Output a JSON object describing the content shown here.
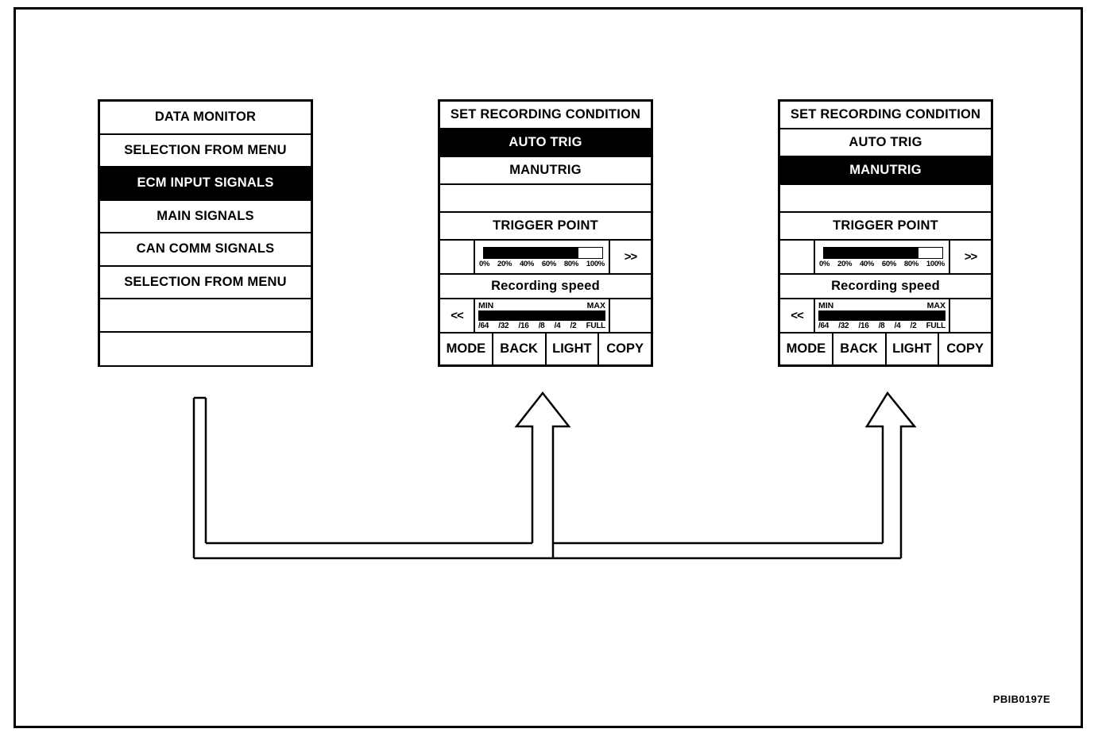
{
  "diagram": {
    "caption": "PBIB0197E"
  },
  "panels": {
    "data_monitor": {
      "name": "data-monitor-panel",
      "rows": [
        {
          "label": "DATA MONITOR",
          "selected": false
        },
        {
          "label": "SELECTION FROM MENU",
          "selected": false
        },
        {
          "label": "ECM INPUT SIGNALS",
          "selected": true
        },
        {
          "label": "MAIN SIGNALS",
          "selected": false
        },
        {
          "label": "CAN COMM SIGNALS",
          "selected": false
        },
        {
          "label": "SELECTION FROM MENU",
          "selected": false
        },
        {
          "label": "",
          "selected": false
        },
        {
          "label": "",
          "selected": false
        }
      ]
    },
    "recording_auto": {
      "title": "SET RECORDING CONDITION",
      "trig_auto": "AUTO TRIG",
      "trig_manu": "MANUTRIG",
      "trig_auto_selected": true,
      "trig_manu_selected": false,
      "blank_row": "",
      "trigger_point_label": "TRIGGER POINT",
      "trigger_point_fill_percent": 80,
      "trigger_point_scale": [
        "0%",
        "20%",
        "40%",
        "60%",
        "80%",
        "100%"
      ],
      "recording_speed_label": "Recording speed",
      "speed_min_label": "MIN",
      "speed_max_label": "MAX",
      "speed_fill_percent": 100,
      "speed_scale": [
        "/64",
        "/32",
        "/16",
        "/8",
        "/4",
        "/2",
        "FULL"
      ],
      "next_button": ">>",
      "prev_button": "<<",
      "softkeys": [
        "MODE",
        "BACK",
        "LIGHT",
        "COPY"
      ]
    },
    "recording_manu": {
      "title": "SET RECORDING CONDITION",
      "trig_auto": "AUTO TRIG",
      "trig_manu": "MANUTRIG",
      "trig_auto_selected": false,
      "trig_manu_selected": true,
      "blank_row": "",
      "trigger_point_label": "TRIGGER POINT",
      "trigger_point_fill_percent": 80,
      "trigger_point_scale": [
        "0%",
        "20%",
        "40%",
        "60%",
        "80%",
        "100%"
      ],
      "recording_speed_label": "Recording speed",
      "speed_min_label": "MIN",
      "speed_max_label": "MAX",
      "speed_fill_percent": 100,
      "speed_scale": [
        "/64",
        "/32",
        "/16",
        "/8",
        "/4",
        "/2",
        "FULL"
      ],
      "next_button": ">>",
      "prev_button": "<<",
      "softkeys": [
        "MODE",
        "BACK",
        "LIGHT",
        "COPY"
      ]
    }
  },
  "colors": {
    "ink": "#000000",
    "paper": "#ffffff"
  }
}
